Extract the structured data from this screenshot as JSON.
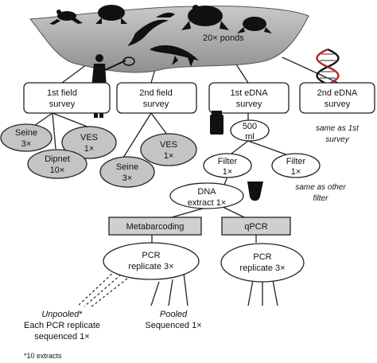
{
  "ponds": {
    "label": "20× ponds"
  },
  "surveys": [
    {
      "line1": "1st field",
      "line2": "survey"
    },
    {
      "line1": "2nd field",
      "line2": "survey"
    },
    {
      "line1": "1st eDNA",
      "line2": "survey"
    },
    {
      "line1": "2nd eDNA",
      "line2": "survey"
    }
  ],
  "field1_methods": [
    {
      "line1": "Seine",
      "line2": "3×"
    },
    {
      "line1": "VES",
      "line2": "1×"
    },
    {
      "line1": "Dipnet",
      "line2": "10×"
    }
  ],
  "field2_methods": [
    {
      "line1": "VES",
      "line2": "1×"
    },
    {
      "line1": "Seine",
      "line2": "3×"
    }
  ],
  "sample": {
    "line1": "500",
    "line2": "ml"
  },
  "filters": [
    {
      "line1": "Filter",
      "line2": "1×"
    },
    {
      "line1": "Filter",
      "line2": "1×"
    }
  ],
  "extract": {
    "line1": "DNA",
    "line2": "extract 1×"
  },
  "methods": {
    "metabarcoding": "Metabarcoding",
    "qpcr": "qPCR"
  },
  "pcr_metabarcoding": {
    "line1": "PCR",
    "line2": "replicate 3×"
  },
  "pcr_qpcr": {
    "line1": "PCR",
    "line2": "replicate 3×"
  },
  "notes": {
    "same_as_survey_1": "same as 1st",
    "same_as_survey_2": "survey",
    "same_as_filter_1": "same as other",
    "same_as_filter_2": "filter"
  },
  "unpooled": {
    "line1": "Unpooled",
    "star": "*",
    "line2": "Each PCR replicate",
    "line3": "sequenced 1×"
  },
  "pooled": {
    "line1": "Pooled",
    "line2": "Sequenced 1×"
  },
  "footnote": "*10 extracts",
  "colors": {
    "grey_node": "#c4c4c4",
    "grey_box": "#cfcfcf",
    "pond": "#a8a8a8"
  }
}
